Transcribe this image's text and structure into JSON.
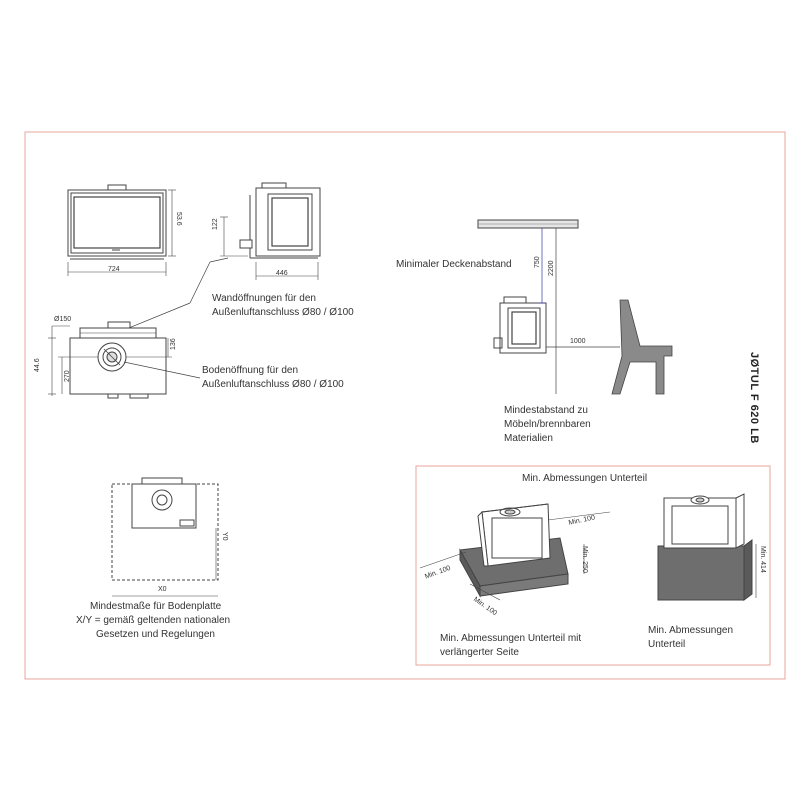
{
  "product_title": "JØTUL F 620 LB",
  "colors": {
    "frame": "#e8a49c",
    "line": "#444444",
    "dim_line": "#3a3aa0",
    "base_gray": "#6e6e6e",
    "chair": "#8a8a8a"
  },
  "front_view": {
    "width_dim": "724",
    "height_dim": "53.6"
  },
  "side_view": {
    "depth_dim": "446",
    "outlet_height_dim": "122"
  },
  "wall_opening_label": {
    "line1": "Wandöffnungen für den",
    "line2": "Außenluftanschluss Ø80 / Ø100"
  },
  "top_view": {
    "diameter_dim": "Ø150",
    "dim_136": "136",
    "dim_270": "270",
    "dim_446": "44.6"
  },
  "floor_opening_label": {
    "line1": "Bodenöffnung für den",
    "line2": "Außenluftanschluss Ø80 / Ø100"
  },
  "clearance": {
    "ceiling_label": "Minimaler Deckenabstand",
    "dim_750": "750",
    "dim_2200": "2200",
    "dim_1000": "1000",
    "furniture_label": {
      "line1": "Mindestabstand zu",
      "line2": "Möbeln/brennbaren",
      "line3": "Materialien"
    }
  },
  "baseplate": {
    "x_label": "X0",
    "y_label": "Y0",
    "caption": {
      "line1": "Mindestmaße für Bodenplatte",
      "line2": "X/Y = gemäß geltenden nationalen",
      "line3": "Gesetzen und Regelungen"
    }
  },
  "substructure": {
    "box_title": "Min. Abmessungen Unterteil",
    "left": {
      "dim_top": "Min. 100",
      "dim_left": "Min. 100",
      "dim_front": "Min. 100",
      "dim_height": "Min. 250",
      "caption": {
        "line1": "Min. Abmessungen Unterteil mit",
        "line2": "verlängerter Seite"
      }
    },
    "right": {
      "dim_height": "Min. 414",
      "caption": {
        "line1": "Min. Abmessungen",
        "line2": "Unterteil"
      }
    }
  }
}
